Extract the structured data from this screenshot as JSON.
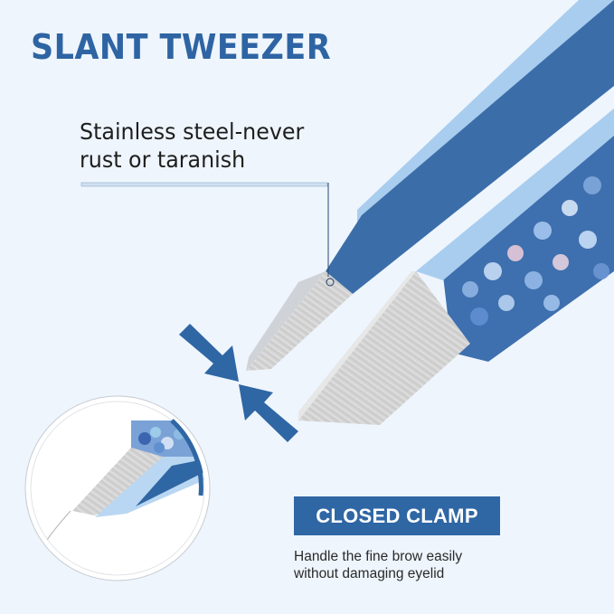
{
  "header": {
    "title": "SLANT TWEEZER"
  },
  "callout": {
    "line1": "Stainless steel-never",
    "line2": "rust or taranish"
  },
  "feature": {
    "badge_label": "CLOSED CLAMP",
    "caption_line1": "Handle the fine brow easily",
    "caption_line2": "without damaging eyelid"
  },
  "colors": {
    "background": "#eef5fd",
    "brand_blue": "#2f66a4",
    "light_blue": "#a9cdee",
    "steel": "#c9c9c9"
  },
  "icons": [
    "arrow-pointing-down-right-icon",
    "arrow-pointing-up-left-icon",
    "zoom-circle-inset"
  ]
}
